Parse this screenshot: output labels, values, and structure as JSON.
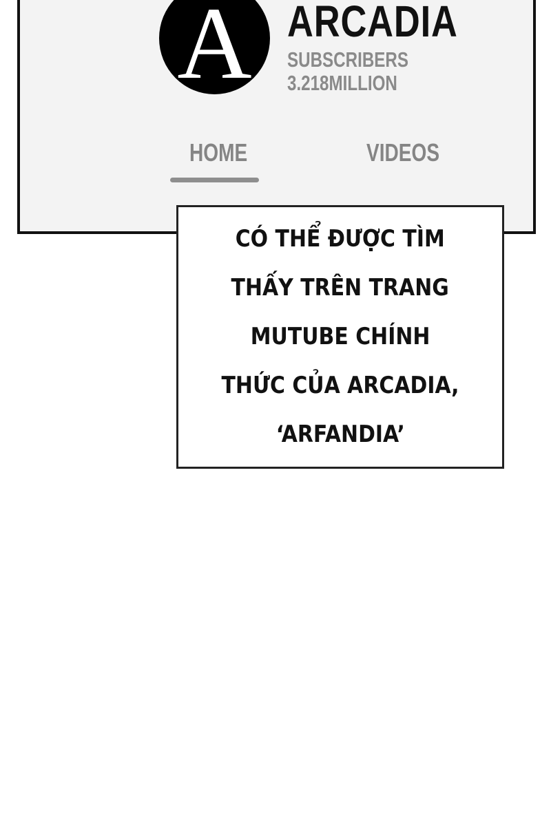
{
  "channel": {
    "logo_letter": "A",
    "name": "ARCADIA",
    "subscribers": "SUBSCRIBERS 3.218MILLION"
  },
  "tabs": [
    {
      "label": "HOME",
      "active": true
    },
    {
      "label": "VIDEOS",
      "active": false
    }
  ],
  "caption": {
    "lines": [
      "CÓ THỂ ĐƯỢC TÌM",
      "THẤY TRÊN TRANG",
      "MUTUBE CHÍNH",
      "THỨC CỦA ARCADIA,",
      "‘ARFANDIA’"
    ]
  },
  "colors": {
    "panel_bg": "#f3f3f3",
    "tab_text": "#858585",
    "indicator": "#8e8e8e"
  }
}
